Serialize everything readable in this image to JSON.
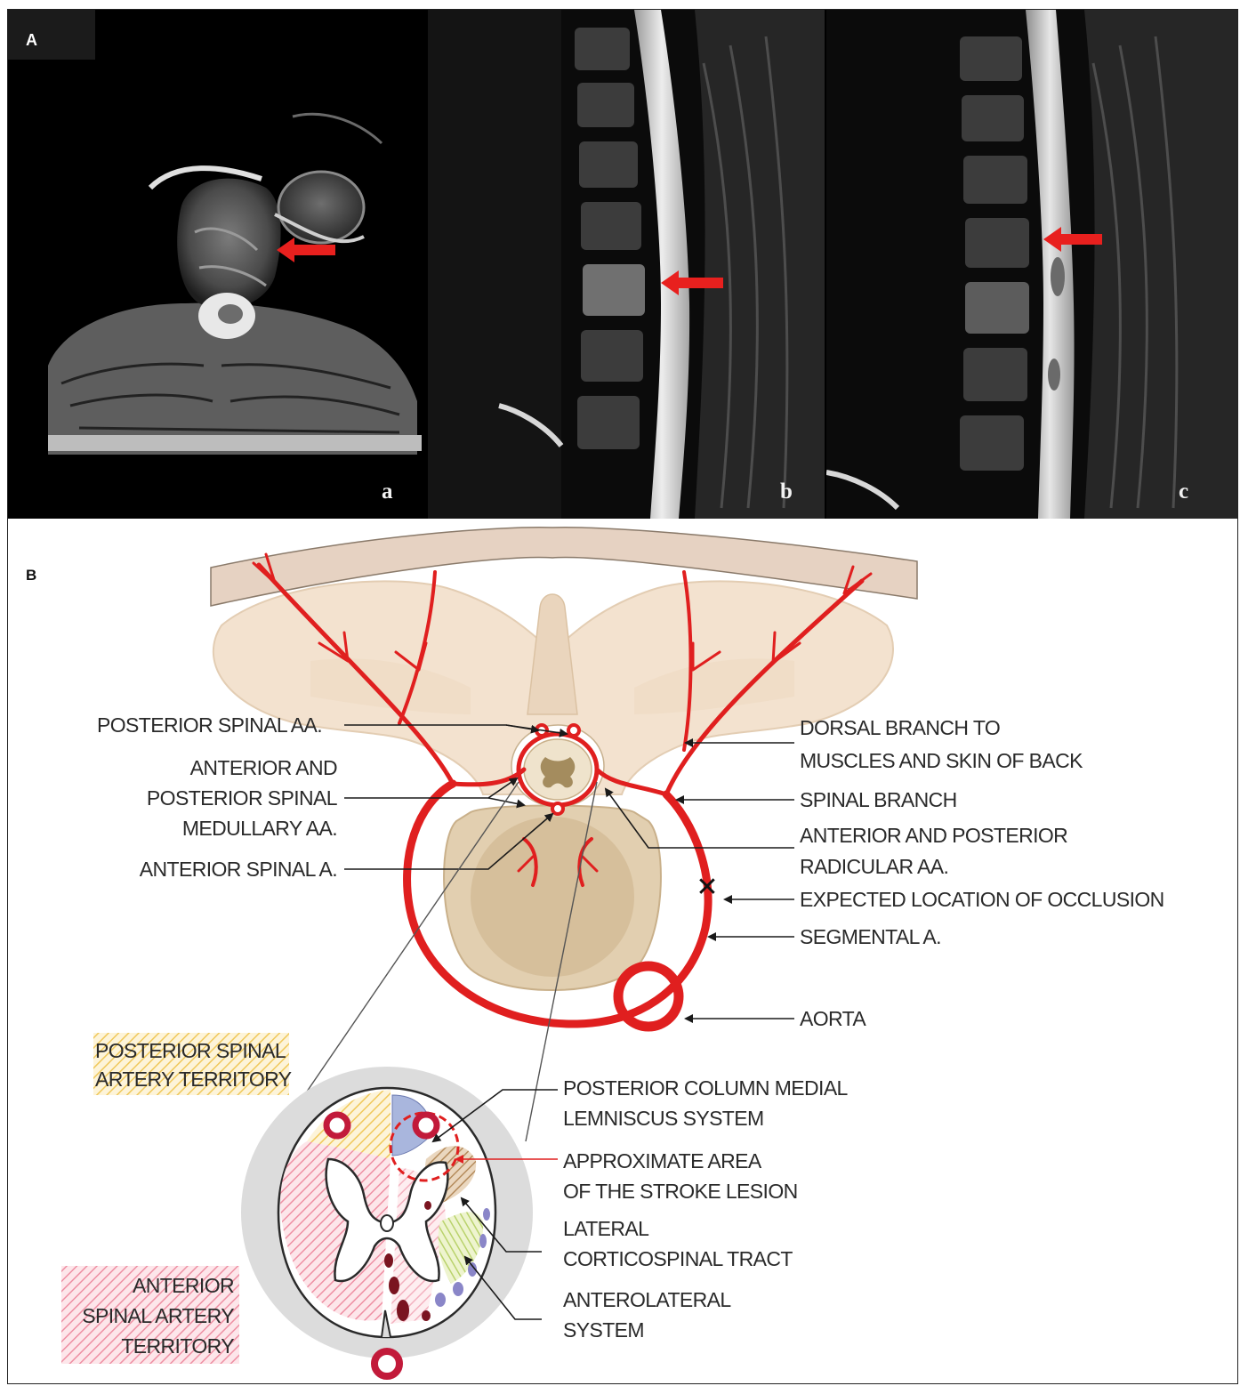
{
  "panel_a": {
    "label": "A",
    "sublabels": {
      "a": "a",
      "b": "b",
      "c": "c"
    },
    "arrow_color": "#e8201e"
  },
  "panel_b": {
    "label": "B",
    "right_labels": {
      "dorsal_branch_1": "DORSAL BRANCH TO",
      "dorsal_branch_2": "MUSCLES AND SKIN OF BACK",
      "spinal_branch": "SPINAL BRANCH",
      "radicular_1": "ANTERIOR AND POSTERIOR",
      "radicular_2": "RADICULAR  AA.",
      "occlusion": "EXPECTED LOCATION OF OCCLUSION",
      "segmental": "SEGMENTAL  A.",
      "aorta": "AORTA"
    },
    "left_labels": {
      "posterior_spinal": "POSTERIOR SPINAL  AA.",
      "medullary_1": "ANTERIOR AND",
      "medullary_2": "POSTERIOR SPINAL",
      "medullary_3": "MEDULLARY  AA.",
      "anterior_spinal": "ANTERIOR SPINAL  A."
    },
    "territory_labels": {
      "posterior_1": "POSTERIOR SPINAL",
      "posterior_2": "ARTERY TERRITORY",
      "anterior_1": "ANTERIOR",
      "anterior_2": "SPINAL ARTERY",
      "anterior_3": "TERRITORY"
    },
    "cord_labels": {
      "pcml_1": "POSTERIOR COLUMN MEDIAL",
      "pcml_2": "LEMNISCUS SYSTEM",
      "stroke_1": "APPROXIMATE AREA",
      "stroke_2": "OF THE STROKE LESION",
      "lct_1": "LATERAL",
      "lct_2": "CORTICOSPINAL TRACT",
      "als_1": "ANTEROLATERAL",
      "als_2": "SYSTEM"
    },
    "occlusion_marker": "✕",
    "colors": {
      "artery": "#e01f1f",
      "bone": "#f3e2cf",
      "vertebral_body": "#d9c3a0",
      "posterior_territory": "#f2cf68",
      "anterior_territory": "#ef8fa4",
      "cord_background": "#dcdcdc",
      "pcml": "#a9b6dd",
      "lct": "#c9a680",
      "als": "#c8dc8e"
    }
  }
}
